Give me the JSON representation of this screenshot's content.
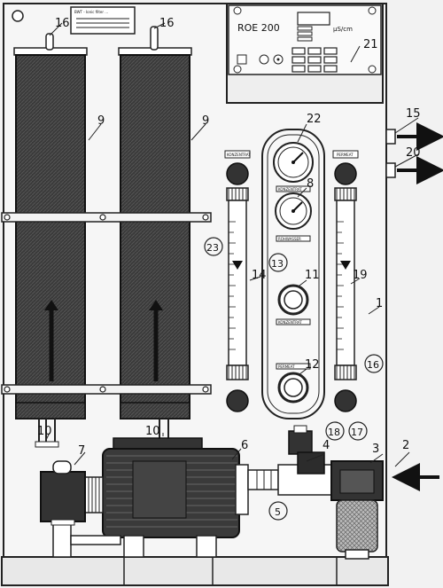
{
  "controller": {
    "model": "ROE 200",
    "unit": "µS/cm"
  },
  "plate_title": "BWT - Ionic filter ...",
  "gauge_labels": {
    "upper_tag": "KONZENTRAT",
    "lower_tag": "ROHWASSER"
  },
  "flowmeter_tags": {
    "left": "KONZENTRAT",
    "right": "PERMEAT"
  },
  "switch_tags": {
    "upper": "KONZENTRAT",
    "lower": "PERMEAT"
  },
  "callouts": {
    "c1": "1",
    "c2": "2",
    "c3": "3",
    "c4": "4",
    "c5": "5",
    "c6": "6",
    "c7": "7",
    "c8": "8",
    "c9a": "9",
    "c9b": "9",
    "c10a": "10",
    "c10b": "10",
    "c11": "11",
    "c12": "12",
    "c13": "13",
    "c14": "14",
    "c15": "15",
    "c16a": "16",
    "c16b": "16",
    "c16c": "16",
    "c17": "17",
    "c18": "18",
    "c19": "19",
    "c20": "20",
    "c21": "21",
    "c22": "22",
    "c23": "23"
  }
}
